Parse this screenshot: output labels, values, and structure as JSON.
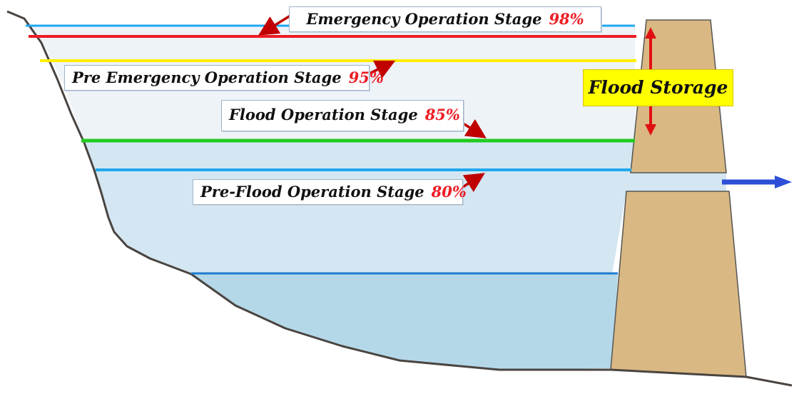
{
  "stages": [
    {
      "key": "emergency",
      "label": "Emergency Operation Stage",
      "percent": "98%",
      "line_color": "#ee1c24"
    },
    {
      "key": "pre_emergency",
      "label": "Pre Emergency Operation Stage",
      "percent": "95%",
      "line_color": "#ffee00"
    },
    {
      "key": "flood",
      "label": "Flood Operation Stage",
      "percent": "85%",
      "line_color": "#22cc22"
    },
    {
      "key": "pre_flood",
      "label": "Pre-Flood Operation Stage",
      "percent": "80%",
      "line_color": "#1fa8ee"
    }
  ],
  "flood_storage": {
    "label": "Flood Storage",
    "box_color": "#ffff00"
  },
  "colors": {
    "water_upper": "#eef3f8",
    "water_middle": "#d3e6f2",
    "water_lower": "#b4d8e8",
    "dam": "#d9b883",
    "ground": "#4a4440",
    "arrow": "#c00000",
    "outflow_arrow": "#2d4fd8"
  }
}
